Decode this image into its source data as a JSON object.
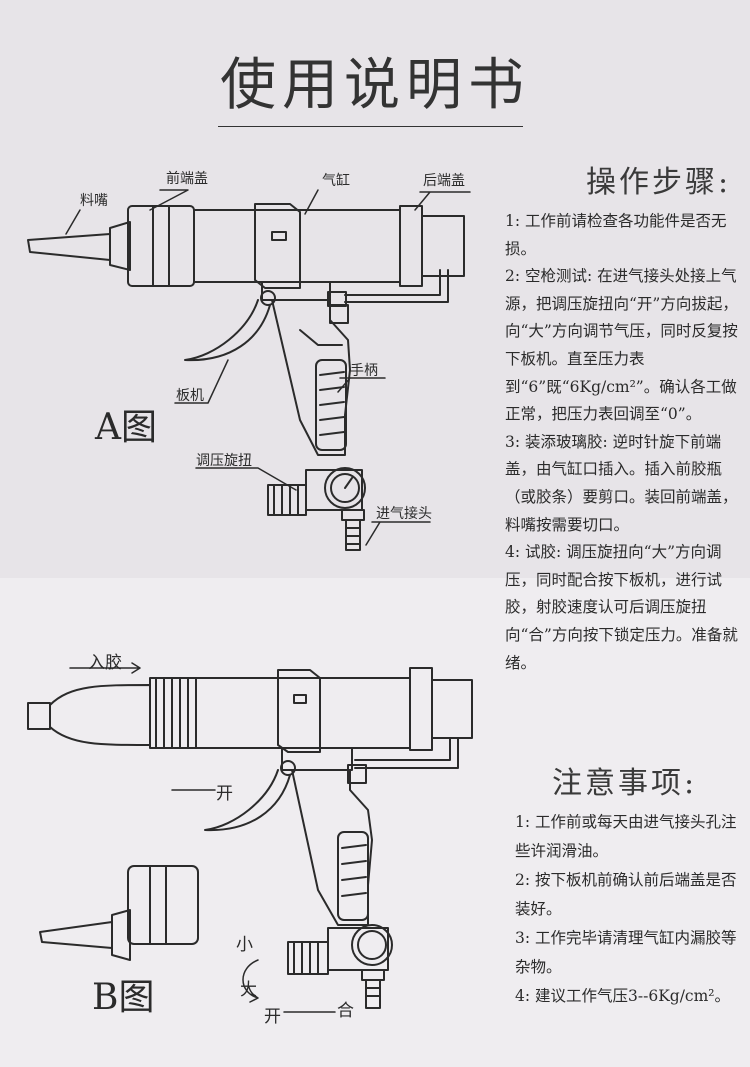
{
  "title": "使用说明书",
  "operation": {
    "heading": "操作步骤:",
    "steps": [
      "1: 工作前请检查各功能件是否无损。",
      "2: 空枪测试: 在进气接头处接上气源，把调压旋扭向“开”方向拔起，向“大”方向调节气压，同时反复按下板机。直至压力表到“6”既“6Kg/cm²”。确认各工做正常，把压力表回调至“0”。",
      "3: 装添玻璃胶: 逆时针旋下前端盖，由气缸口插入。插入前胶瓶（或胶条）要剪口。装回前端盖，料嘴按需要切口。",
      "4: 试胶: 调压旋扭向“大”方向调压，同时配合按下板机，进行试胶，射胶速度认可后调压旋扭向“合”方向按下锁定压力。准备就绪。"
    ]
  },
  "notes": {
    "heading": "注意事项:",
    "items": [
      "1: 工作前或每天由进气接头孔注些许润滑油。",
      "2: 按下板机前确认前后端盖是否装好。",
      "3: 工作完毕请清理气缸内漏胶等杂物。",
      "4: 建议工作气压3--6Kg/cm²。"
    ]
  },
  "figure_a": {
    "label": "A图",
    "parts": {
      "nozzle": "料嘴",
      "front_cap": "前端盖",
      "cylinder": "气缸",
      "rear_cap": "后端盖",
      "trigger": "板机",
      "handle": "手柄",
      "regulator_knob": "调压旋扭",
      "air_inlet": "进气接头"
    }
  },
  "figure_b": {
    "label": "B图",
    "glue_in": "入胶",
    "open": "开",
    "small": "小",
    "large": "大",
    "open2": "开",
    "close": "合"
  }
}
